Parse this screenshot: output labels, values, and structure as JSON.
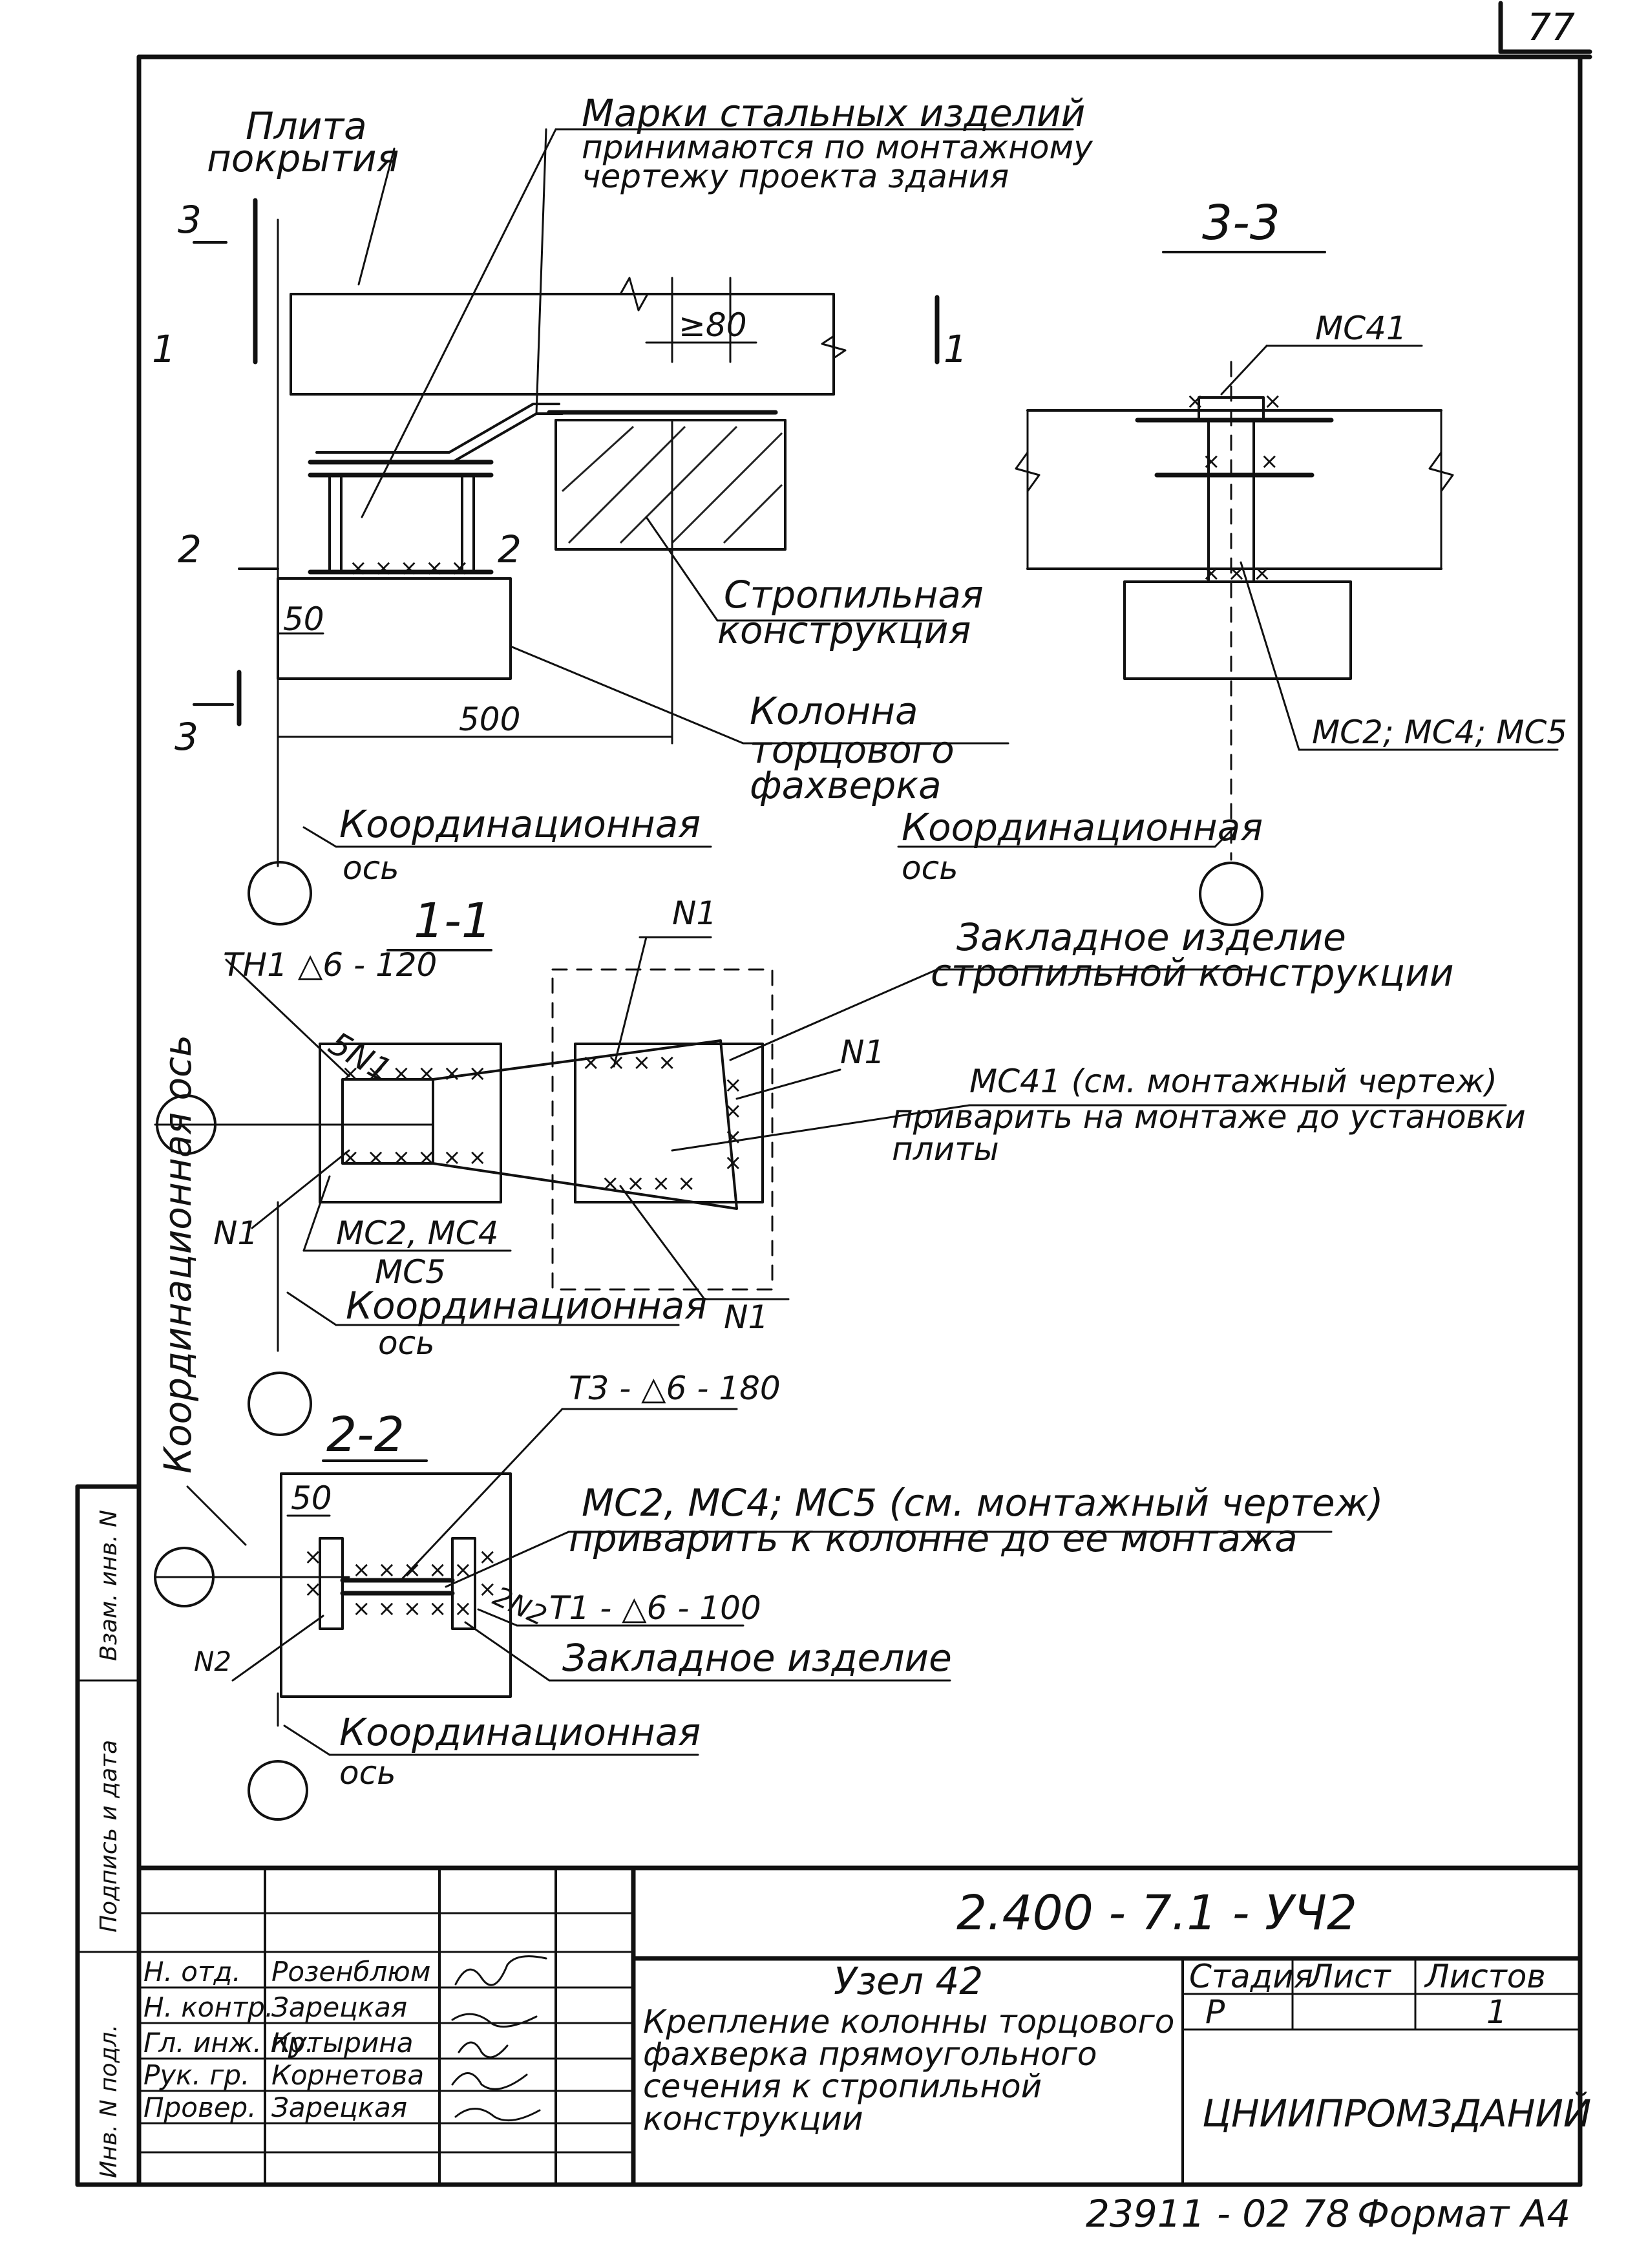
{
  "page_number": "77",
  "plan_view": {
    "slab_line1": "Плита",
    "slab_line2": "покрытия",
    "note_line1": "Марки стальных изделий",
    "note_line2": "принимаются по монтажному",
    "note_line3": "чертежу проекта здания",
    "dim_min": "≥80",
    "dim_50": "50",
    "dim_500": "500",
    "cut_1": "1",
    "cut_2": "2",
    "cut_3": "3",
    "truss_line1": "Стропильная",
    "truss_line2": "конструкция",
    "column_line1": "Колонна",
    "column_line2": "торцового",
    "column_line3": "фахверка",
    "axis_line1": "Координационная",
    "axis_line2": "ось"
  },
  "section_3_3": {
    "title": "3-3",
    "label_mc41": "МС41",
    "label_parts": "МС2; МС4; МС5",
    "axis_line1": "Координационная",
    "axis_line2": "ось"
  },
  "section_1_1": {
    "title": "1-1",
    "weld_note": "ТН1 △6 - 120",
    "weld_5n1": "5N1",
    "n1": "N1",
    "embedded_line1": "Закладное изделие",
    "embedded_line2": "стропильной конструкции",
    "mc41_line1": "МС41   (см. монтажный чертеж)",
    "mc41_line2": "приварить на монтаже до установки",
    "mc41_line3": "плиты",
    "parts_line1": "МС2, МС4",
    "parts_line2": "МС5",
    "axis_line1": "Координационная",
    "axis_line2": "ось",
    "axis_vertical": "Координационная ось"
  },
  "section_2_2": {
    "title": "2-2",
    "weld_top": "Т3 - △6 - 180",
    "dim_50": "50",
    "parts_line1": "МС2, МС4; МС5 (см. монтажный чертеж)",
    "parts_line2": "приварить к колонне до ее монтажа",
    "n2_right": "2N2",
    "weld_right": "Т1 - △6 - 100",
    "n2_left": "N2",
    "embedded": "Закладное изделие",
    "axis_line1": "Координационная",
    "axis_line2": "ось"
  },
  "left_margin": {
    "inv_orig": "Инв. N подл.",
    "sign_date": "Подпись и дата",
    "inv_dup": "Взам. инв. N"
  },
  "title_block": {
    "doc_code": "2.400 - 7.1 - УЧ2",
    "node": "Узел 42",
    "desc_line1": "Крепление колонны торцового",
    "desc_line2": "фахверка прямоугольного",
    "desc_line3": "сечения к стропильной",
    "desc_line4": "конструкции",
    "stage_head": "Стадия",
    "sheet_head": "Лист",
    "sheets_head": "Листов",
    "stage_val": "Р",
    "sheets_val": "1",
    "org": "ЦНИИПРОМЗДАНИЙ",
    "roles": [
      "Н. отд.",
      "Н. контр.",
      "Гл. инж. пр.",
      "Рук. гр.",
      "Провер."
    ],
    "names": [
      "Розенблюм",
      "Зарецкая",
      "Кутырина",
      "Корнетова",
      "Зарецкая"
    ],
    "footer_code": "23911 - 02   78",
    "format": "Формат А4"
  }
}
